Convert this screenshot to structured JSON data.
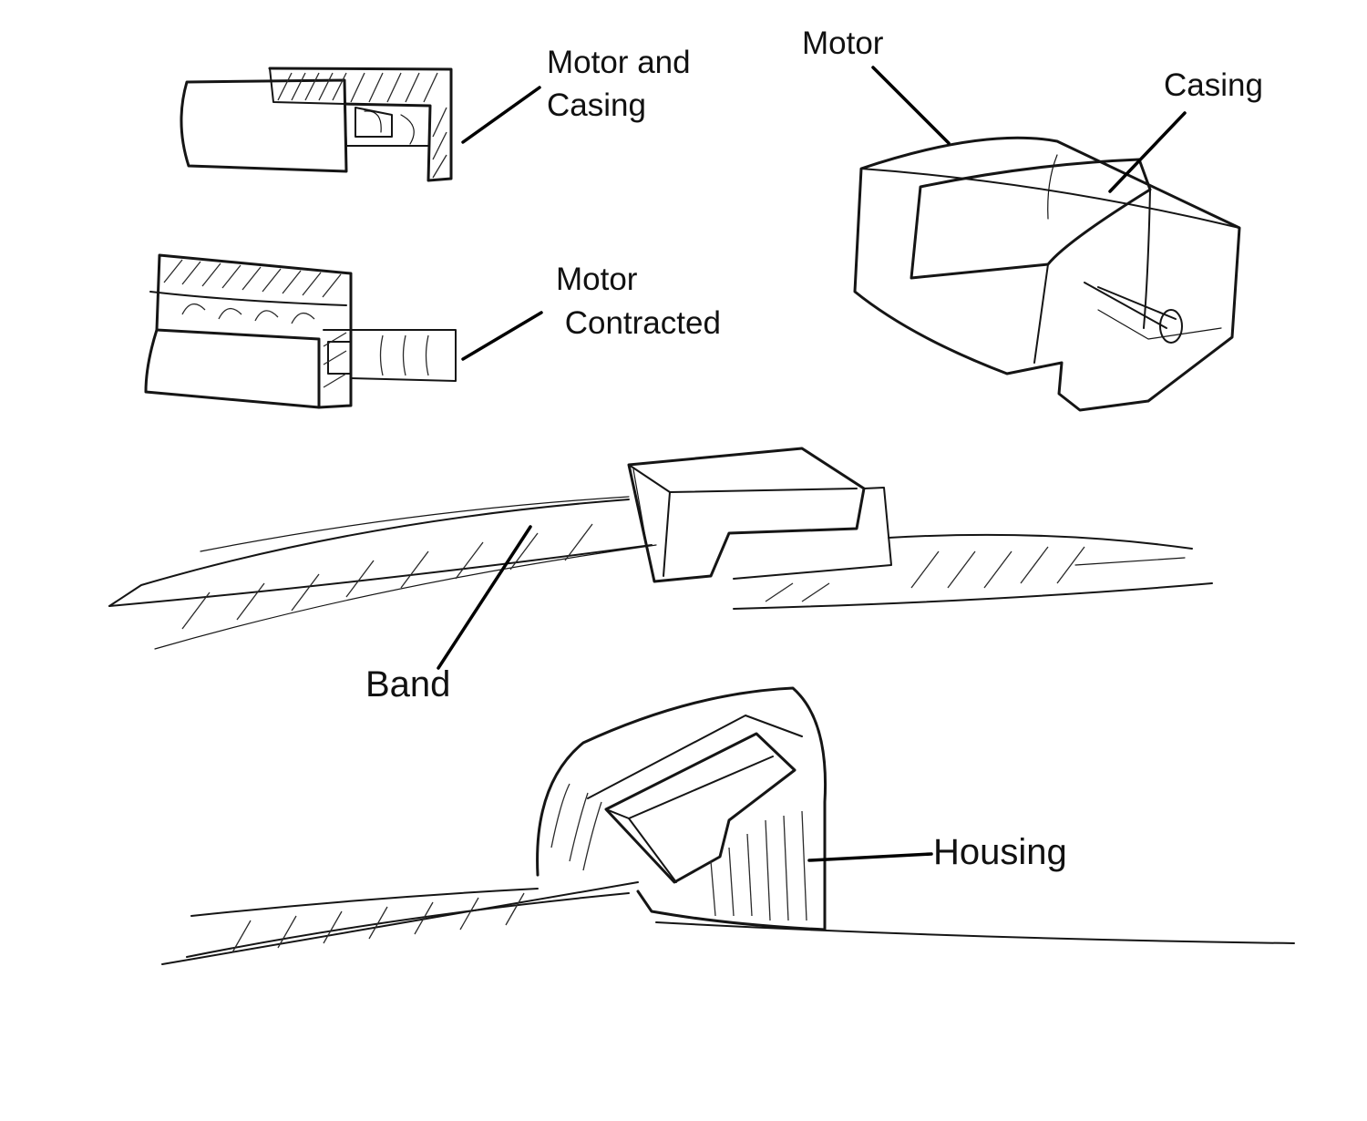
{
  "labels": {
    "motor_and_casing": "Motor and\nCasing",
    "motor_contracted": "Motor\n Contracted",
    "motor": "Motor",
    "casing": "Casing",
    "band": "Band",
    "housing": "Housing"
  },
  "colors": {
    "ink": "#151515",
    "background": "#ffffff"
  }
}
